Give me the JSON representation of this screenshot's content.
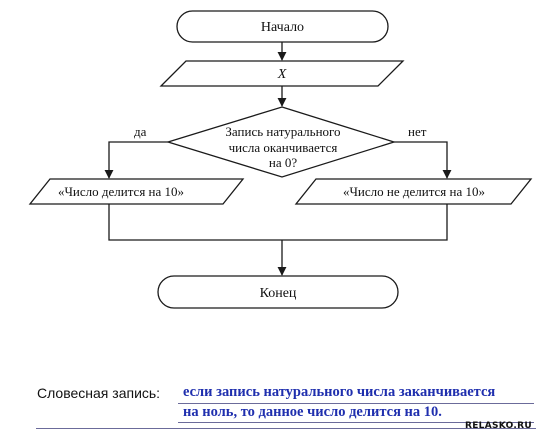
{
  "flowchart": {
    "start": "Начало",
    "input": "X",
    "condition": [
      "Запись натурального",
      "числа оканчивается",
      "на 0?"
    ],
    "yes_label": "да",
    "no_label": "нет",
    "yes_output": "«Число делится на 10»",
    "no_output": "«Число не делится на 10»",
    "end": "Конец"
  },
  "verbal": {
    "label": "Словесная запись:",
    "line1": "если запись натурального числа заканчивается",
    "line2": "на ноль, то данное число делится на 10."
  },
  "watermark": "RELASKO.RU"
}
